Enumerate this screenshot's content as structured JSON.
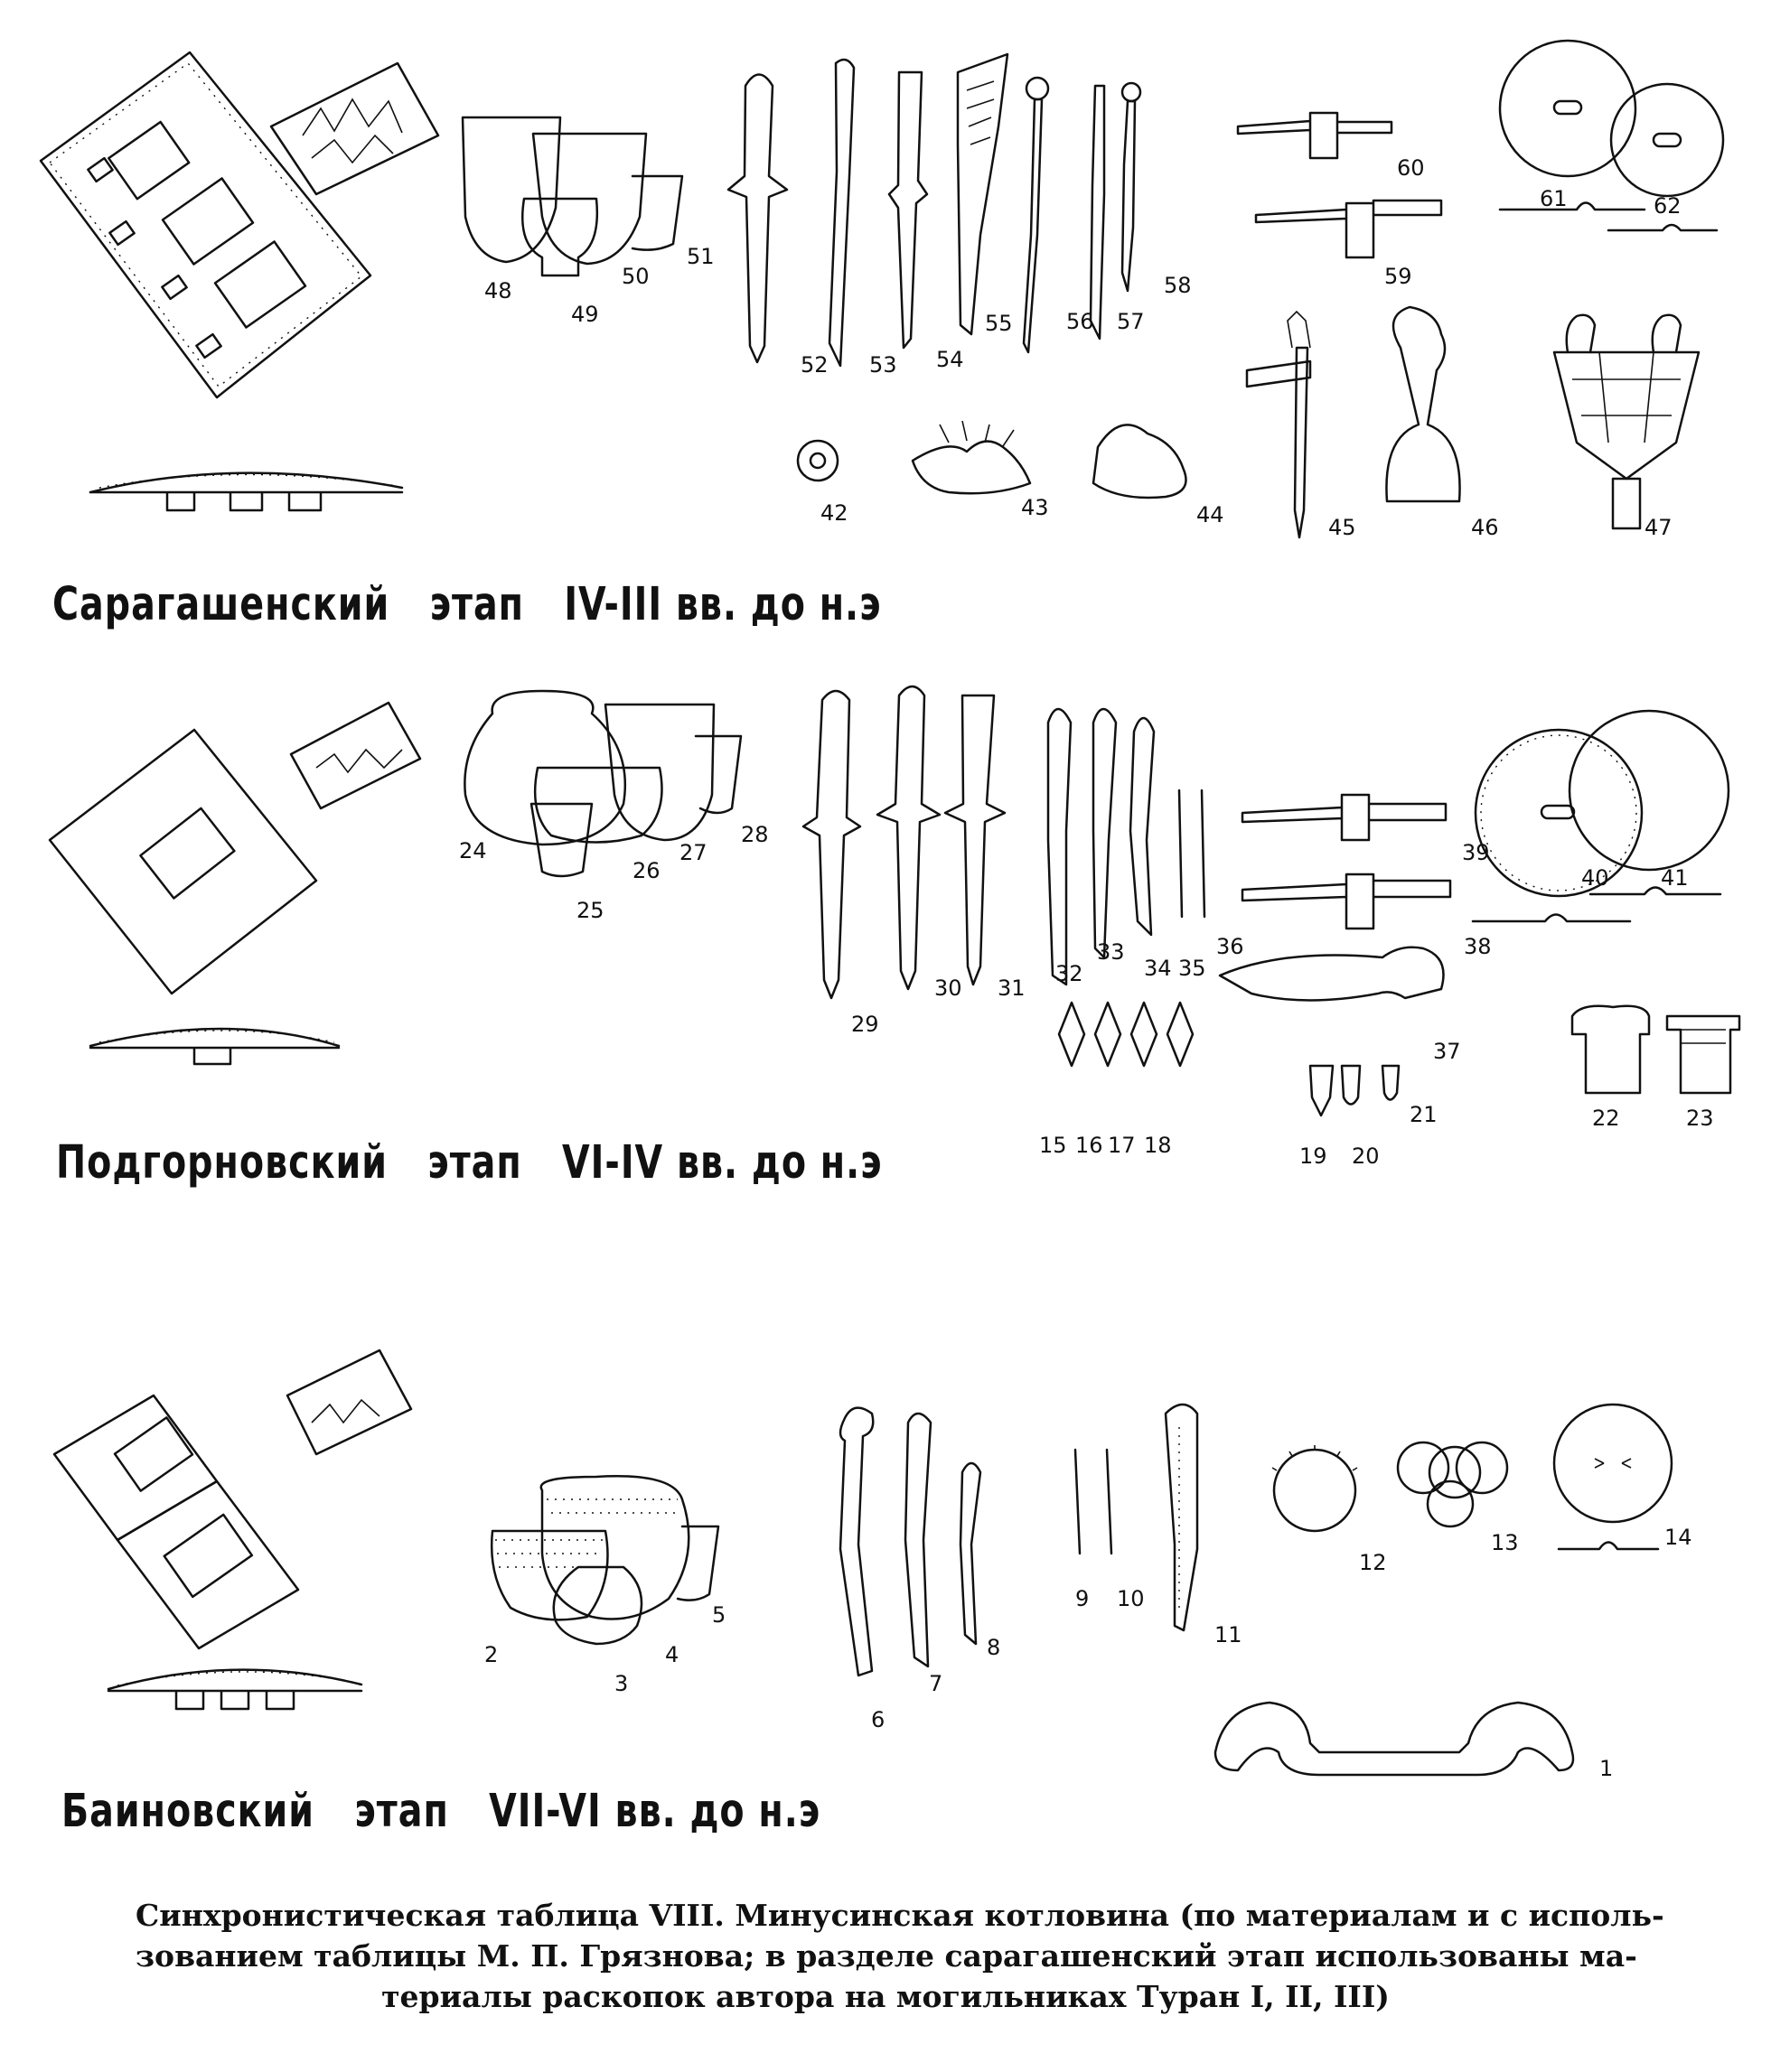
{
  "stages": [
    {
      "label": "Сарагашенский   этап   IV-III вв. до н.э"
    },
    {
      "label": "Подгорновский   этап   VI-IV вв. до н.э"
    },
    {
      "label": "Баиновский   этап   VII-VI вв. до н.э"
    }
  ],
  "caption": [
    "Синхронистическая таблица VIII. Минусинская котловина (по материалам и с исполь-",
    "зованием таблицы М. П. Грязнова; в разделе сарагашенский этап использованы ма-",
    "териалы раскопок  автора на могильниках Туран I, II, III)"
  ],
  "figure_numbers": [
    "1",
    "2",
    "3",
    "4",
    "5",
    "6",
    "7",
    "8",
    "9",
    "10",
    "11",
    "12",
    "13",
    "14",
    "15",
    "16",
    "17",
    "18",
    "19",
    "20",
    "21",
    "22",
    "23",
    "24",
    "25",
    "26",
    "27",
    "28",
    "29",
    "30",
    "31",
    "32",
    "33",
    "34",
    "35",
    "36",
    "37",
    "38",
    "39",
    "40",
    "41",
    "42",
    "43",
    "44",
    "45",
    "46",
    "47",
    "48",
    "49",
    "50",
    "51",
    "52",
    "53",
    "54",
    "55",
    "56",
    "57",
    "58",
    "59",
    "60",
    "61",
    "62"
  ],
  "icons": [
    "kurgan-plan-icon",
    "kurgan-section-icon",
    "burial-icon",
    "pottery-icon",
    "dagger-icon",
    "knife-icon",
    "axe-icon",
    "mirror-icon",
    "arrowhead-icon",
    "pin-icon",
    "finial-icon",
    "plaque-icon",
    "harness-bit-icon"
  ]
}
